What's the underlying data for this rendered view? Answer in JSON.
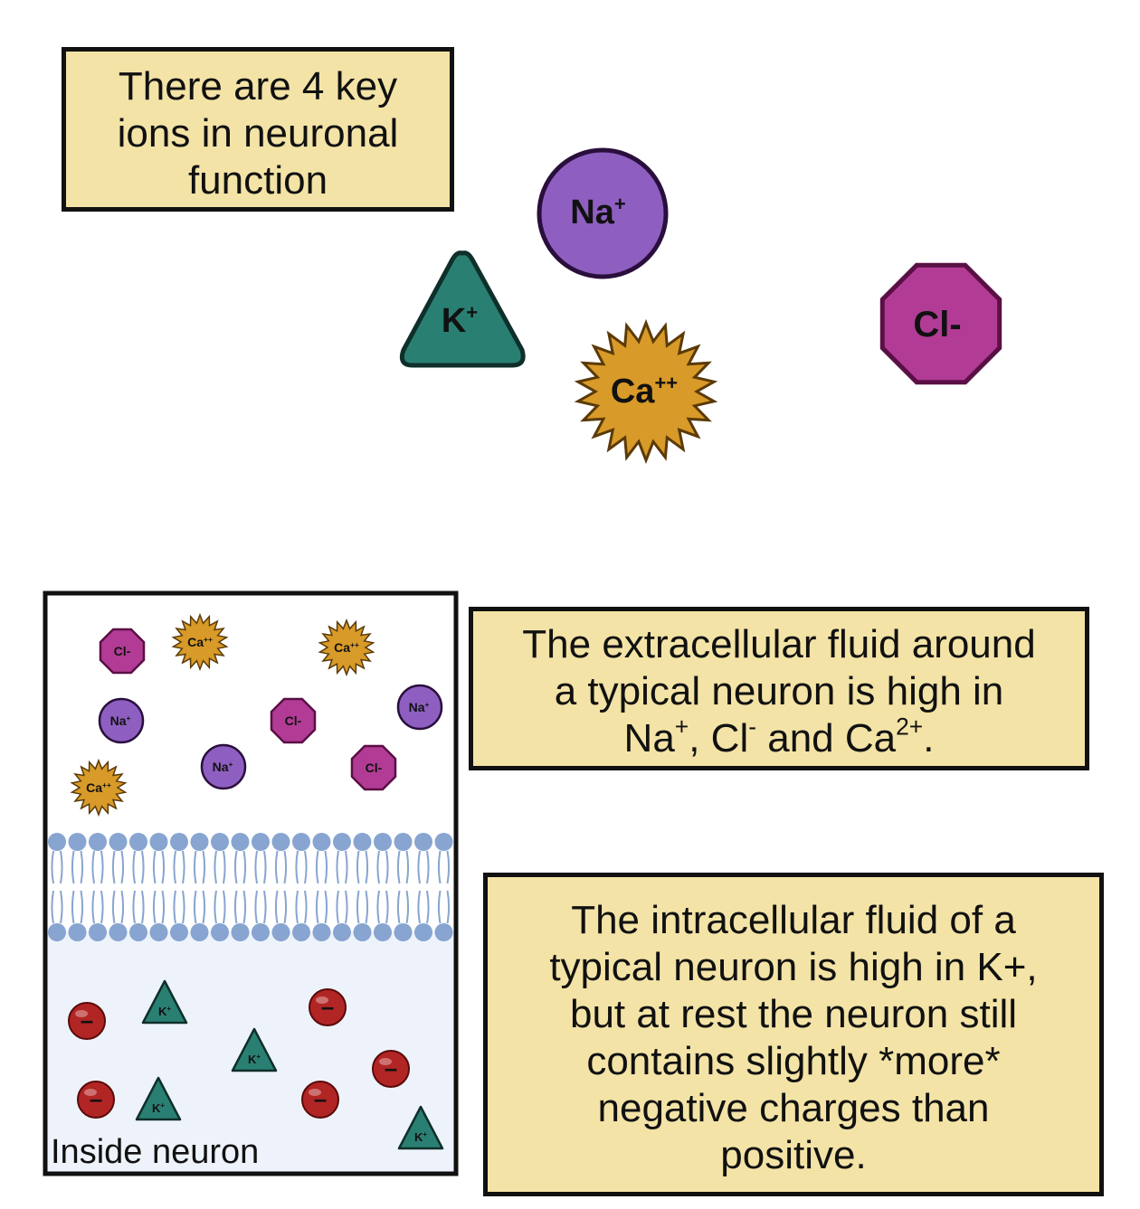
{
  "title_box": {
    "lines": [
      "There are 4 key",
      "ions in neuronal",
      "function"
    ]
  },
  "ions": {
    "sodium": {
      "label": "Na",
      "charge": "+",
      "color": "#8e5fc1"
    },
    "potassium": {
      "label": "K",
      "charge": "+",
      "color": "#2a7f73"
    },
    "calcium": {
      "label": "Ca",
      "charge": "++",
      "color": "#d89a28"
    },
    "chloride": {
      "label": "Cl-",
      "color": "#b23c95"
    }
  },
  "extracellular_box": {
    "line1": "The extracellular fluid around",
    "line2": "a typical neuron is high in",
    "line3_na": "Na",
    "line3_na_sup": "+",
    "line3_cl": ", Cl",
    "line3_cl_sup": "-",
    "line3_and": " and Ca",
    "line3_ca_sup": "2+",
    "line3_end": "."
  },
  "intracellular_box": {
    "lines": [
      "The intracellular fluid of a",
      "typical neuron is high in K+,",
      "but at rest the neuron still",
      "contains slightly *more*",
      "negative charges than",
      "positive."
    ]
  },
  "cell_panel": {
    "inside_label": "Inside neuron",
    "membrane_color": "#87a5d0",
    "inside_color": "#eef3fb",
    "negative_charge_color": "#b22525",
    "negative_symbol": "–"
  }
}
